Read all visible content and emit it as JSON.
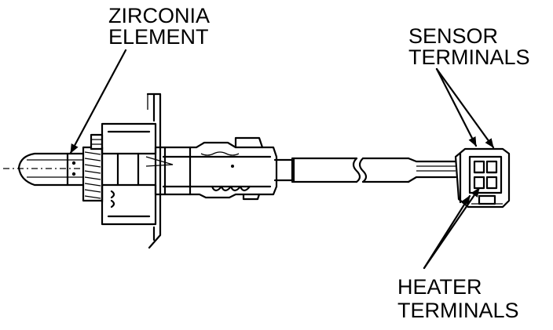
{
  "labels": {
    "zirconia_line1": "ZIRCONIA",
    "zirconia_line2": "ELEMENT",
    "sensor_line1": "SENSOR",
    "sensor_line2": "TERMINALS",
    "heater_line1": "HEATER",
    "heater_line2": "TERMINALS"
  },
  "colors": {
    "ink": "#000000",
    "paper": "#ffffff"
  }
}
